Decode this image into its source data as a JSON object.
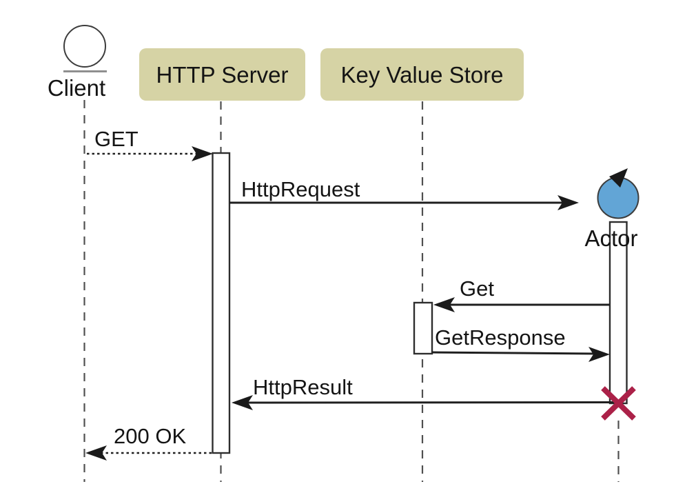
{
  "diagram": {
    "type": "uml-sequence-diagram",
    "participants": [
      {
        "id": "client",
        "label": "Client",
        "icon": "entity-circle-icon"
      },
      {
        "id": "http-server",
        "label": "HTTP Server",
        "icon": "participant-box"
      },
      {
        "id": "kv-store",
        "label": "Key Value Store",
        "icon": "participant-box"
      },
      {
        "id": "actor",
        "label": "Actor",
        "icon": "control-circle-icon",
        "destroyed": true
      }
    ],
    "messages": [
      {
        "label": "GET",
        "from": "client",
        "to": "http-server",
        "line": "dashed"
      },
      {
        "label": "HttpRequest",
        "from": "http-server",
        "to": "actor",
        "line": "solid"
      },
      {
        "label": "Get",
        "from": "actor",
        "to": "kv-store",
        "line": "solid"
      },
      {
        "label": "GetResponse",
        "from": "kv-store",
        "to": "actor",
        "line": "solid"
      },
      {
        "label": "HttpResult",
        "from": "actor",
        "to": "http-server",
        "line": "solid"
      },
      {
        "label": "200 OK",
        "from": "http-server",
        "to": "client",
        "line": "dashed"
      }
    ]
  },
  "colors": {
    "participant_box": "#d6d3a5",
    "actor_circle": "#62a5d6",
    "destroy_x": "#ab2148"
  }
}
